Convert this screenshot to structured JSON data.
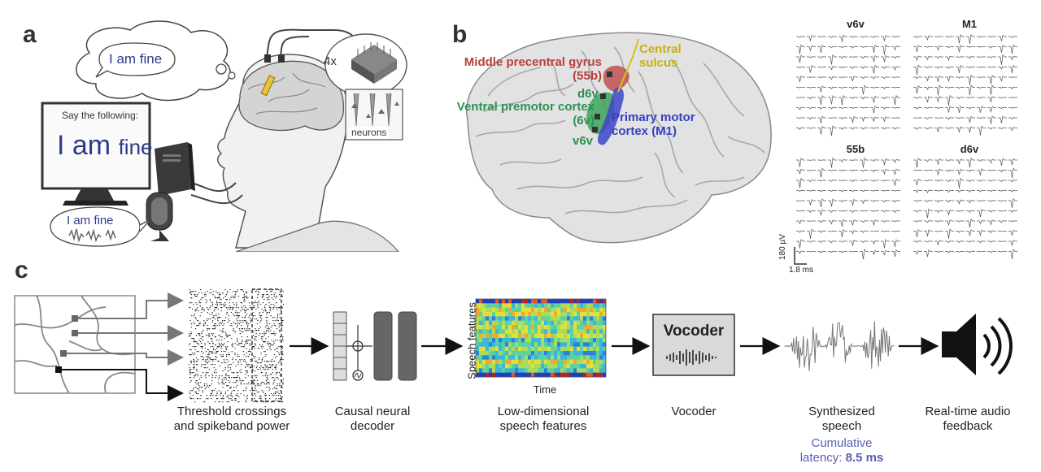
{
  "panel_a": {
    "letter": "a",
    "thought_bubble": "I am fine",
    "screen_prompt": "Say the following:",
    "screen_text_main": "I am",
    "screen_text_end": "fine",
    "speech_bubble": "I am fine",
    "array_count": "4x",
    "neurons_label": "neurons"
  },
  "panel_b": {
    "letter": "b",
    "regions": {
      "middle_precentral": "Middle precentral gyrus (55b)",
      "central_sulcus": "Central sulcus",
      "d6v": "d6v",
      "ventral_premotor": "Ventral premotor cortex (6v)",
      "primary_motor": "Primary motor cortex (M1)",
      "v6v": "v6v"
    },
    "grids": [
      "v6v",
      "M1",
      "55b",
      "d6v"
    ],
    "scale_voltage": "180 µV",
    "scale_time": "1.8 ms",
    "colors": {
      "red_region": "#c0524f",
      "green_region": "#3aa55c",
      "blue_region": "#3d47c9",
      "yellow": "#d8c21a",
      "text_red": "#b8403d",
      "text_green": "#2e9150",
      "text_blue": "#3440c2",
      "text_yellow": "#c7b210"
    }
  },
  "panel_c": {
    "letter": "c",
    "steps": [
      {
        "line1": "Threshold crossings",
        "line2": "and spikeband power"
      },
      {
        "line1": "Causal neural",
        "line2": "decoder"
      },
      {
        "line1": "Low-dimensional",
        "line2": "speech features"
      },
      {
        "line1": "Vocoder",
        "line2": ""
      },
      {
        "line1": "Synthesized",
        "line2": "speech"
      },
      {
        "line1": "Real-time audio",
        "line2": "feedback"
      }
    ],
    "vocoder_box_label": "Vocoder",
    "heatmap_ylabel": "Speech features",
    "heatmap_xlabel": "Time",
    "latency_line1": "Cumulative",
    "latency_line2_prefix": "latency: ",
    "latency_value": "8.5  ms",
    "latency_color": "#5a5fb0"
  }
}
